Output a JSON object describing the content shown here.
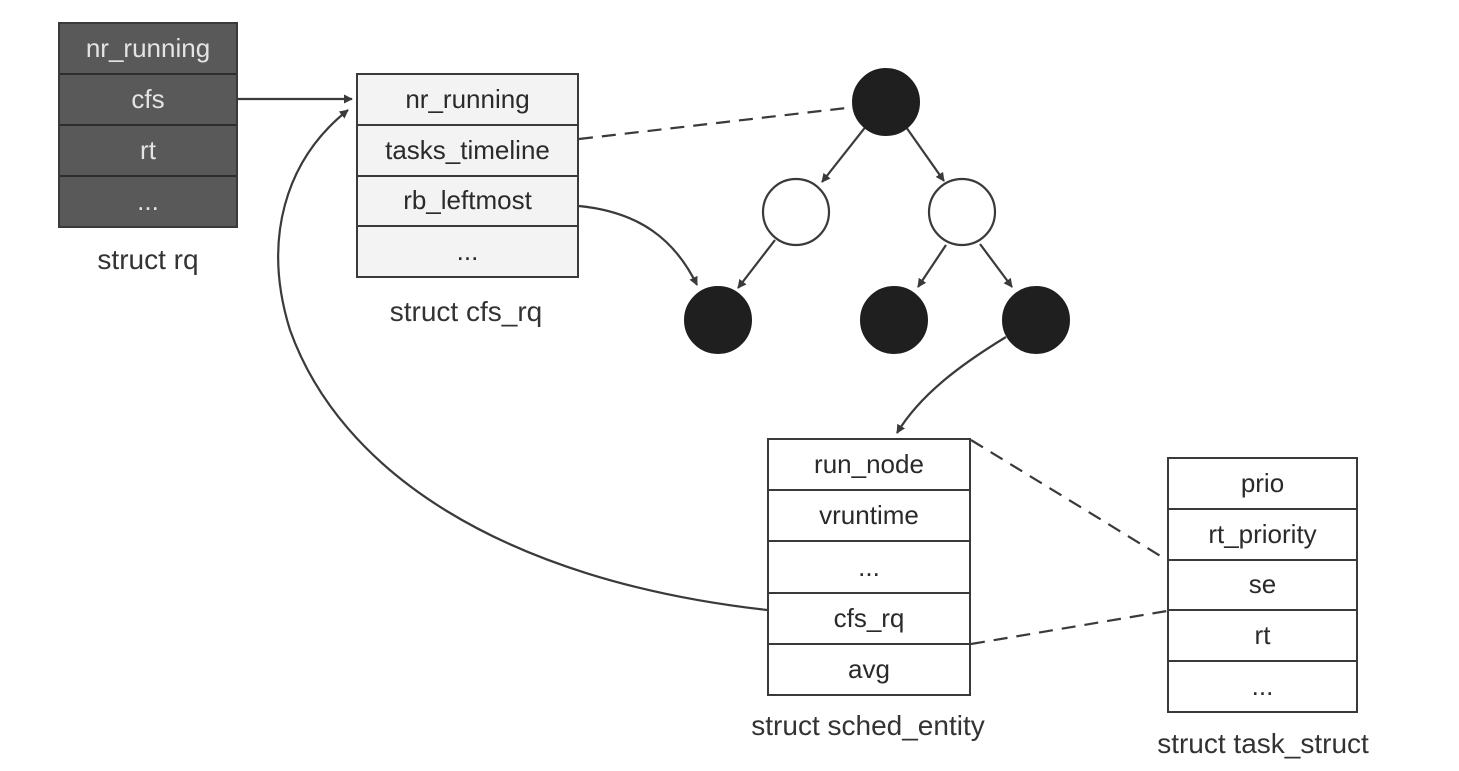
{
  "structs": {
    "rq": {
      "name": "struct rq",
      "fields": [
        "nr_running",
        "cfs",
        "rt",
        "..."
      ]
    },
    "cfs_rq": {
      "name": "struct cfs_rq",
      "fields": [
        "nr_running",
        "tasks_timeline",
        "rb_leftmost",
        "..."
      ]
    },
    "sched_entity": {
      "name": "struct sched_entity",
      "fields": [
        "run_node",
        "vruntime",
        "...",
        "cfs_rq",
        "avg"
      ]
    },
    "task_struct": {
      "name": "struct task_struct",
      "fields": [
        "prio",
        "rt_priority",
        "se",
        "rt",
        "..."
      ]
    }
  },
  "tree": {
    "node_colors": {
      "black": "#1f1f1f",
      "red": "#ffffff"
    }
  },
  "colors": {
    "line": "#3a3a3a",
    "rq_fill": "#595959",
    "cfs_fill": "#f3f3f3"
  }
}
